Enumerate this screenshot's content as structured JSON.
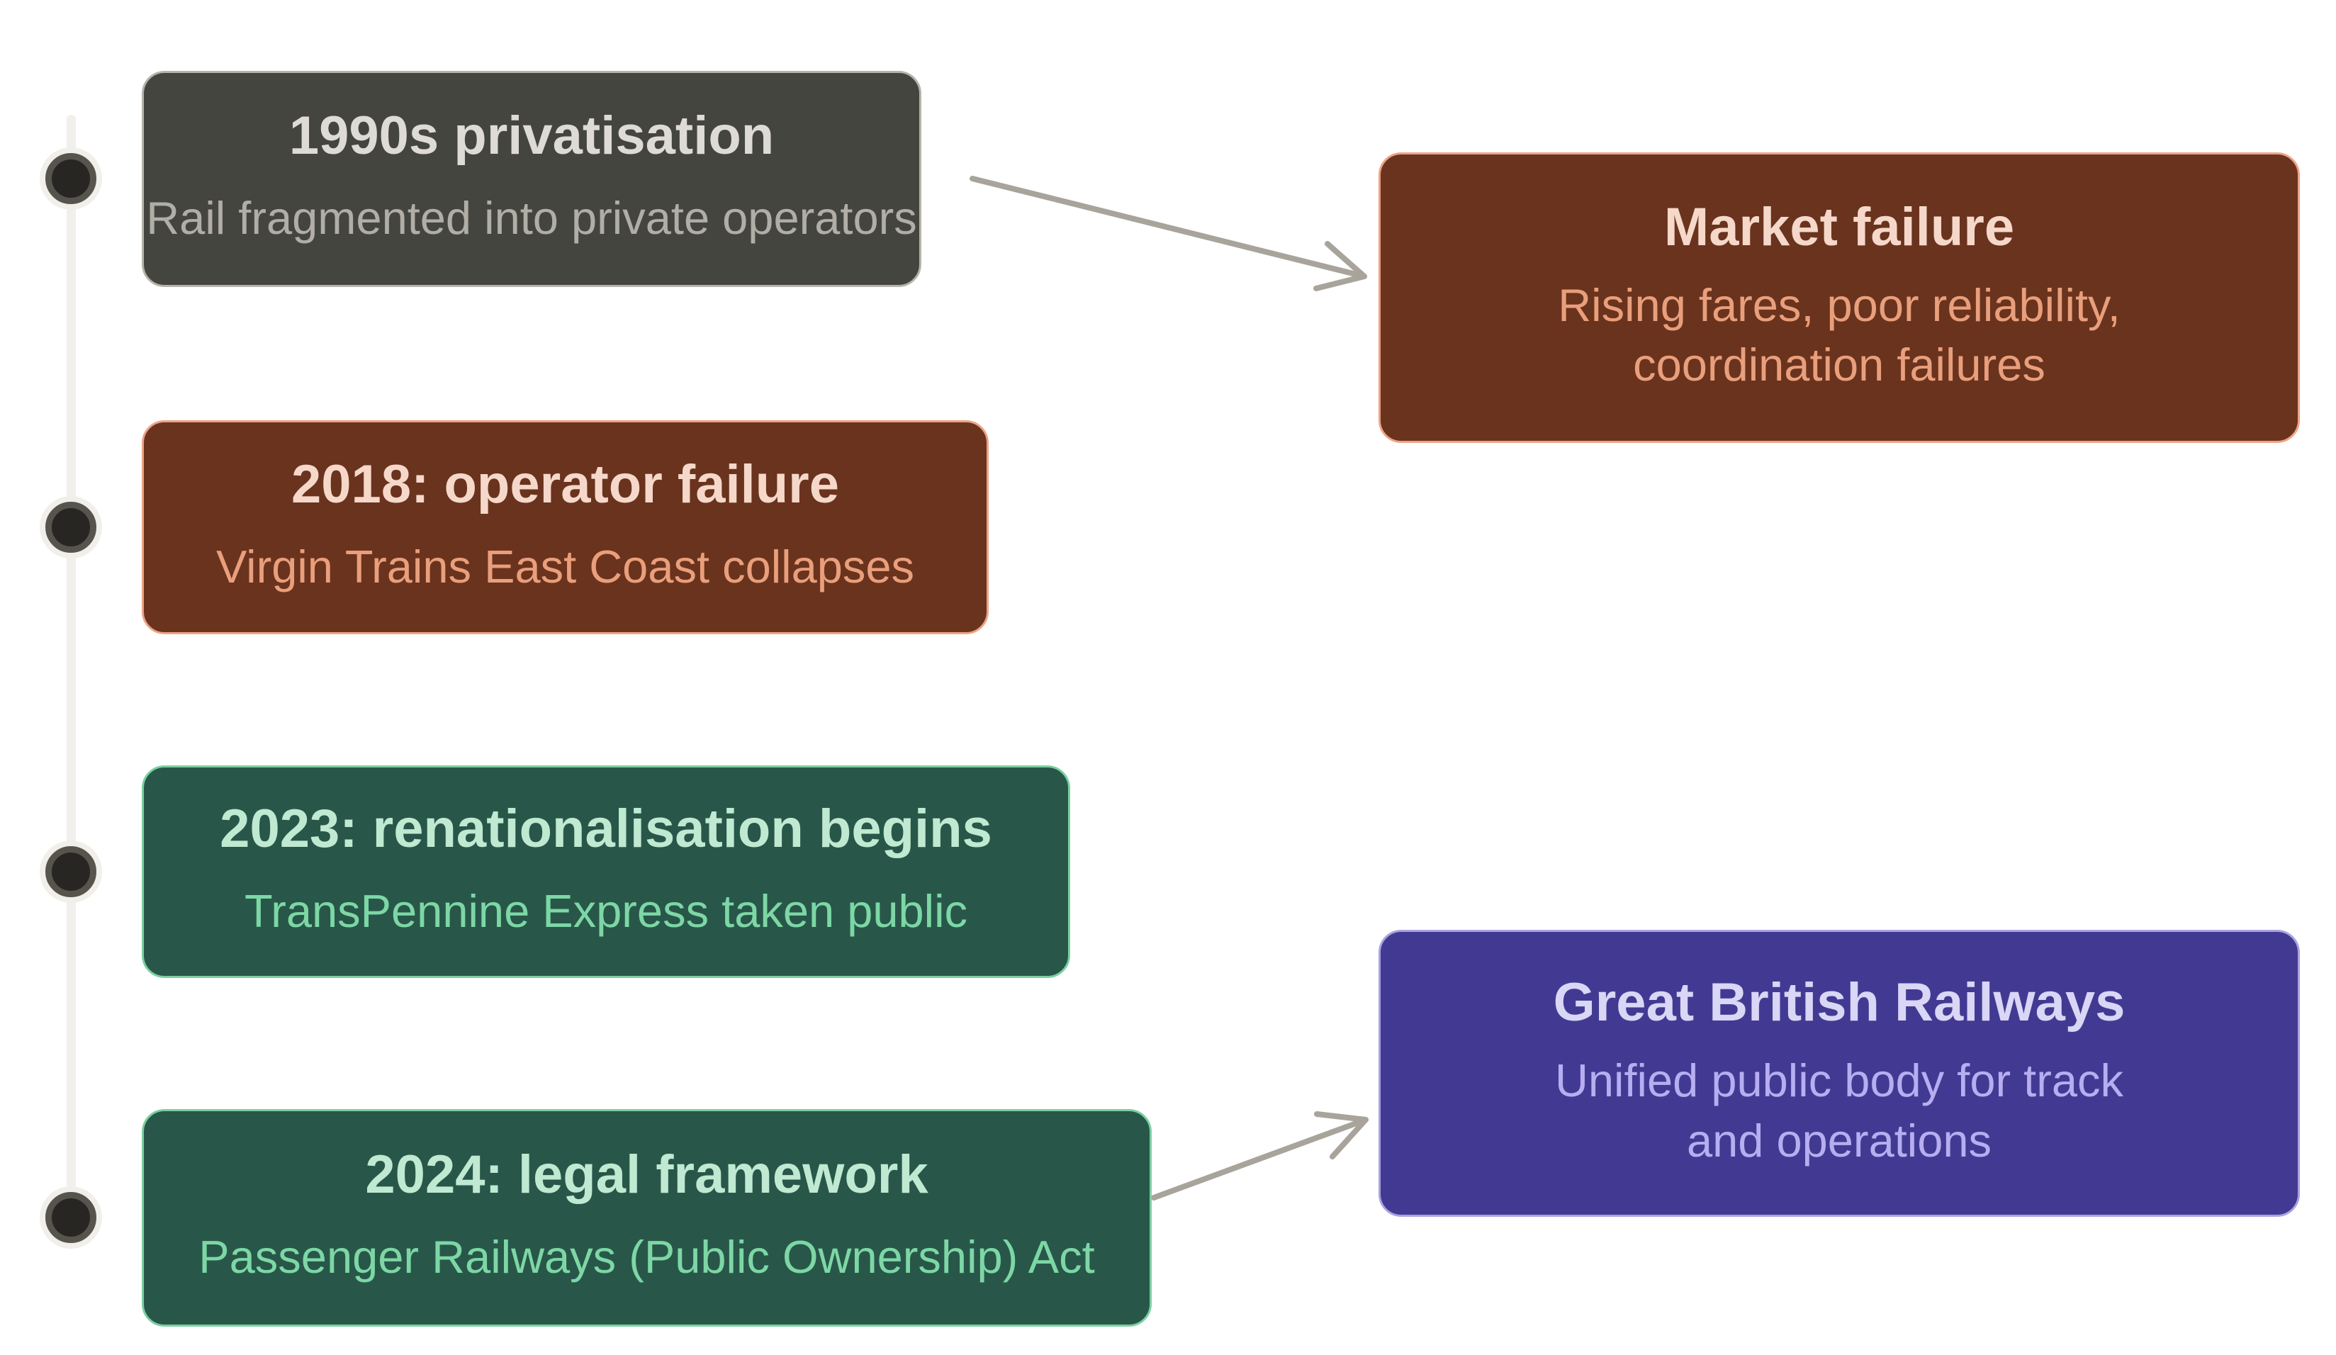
{
  "diagram": {
    "background_color": "#ffffff",
    "arrow_color": "#a8a49b",
    "timeline": {
      "line_color": "#f2f0ec",
      "dot_color": "#272622",
      "dot_ring_color": "#57544e",
      "dot_halo_color": "#f0efe9"
    },
    "nodes": [
      {
        "title": "1990s privatisation",
        "subtitle": "Rail fragmented into private operators",
        "theme": "gray",
        "bg": "#454540",
        "border": "#b7b3aa",
        "title_color": "#dddbd3",
        "subtitle_color": "#b1aea5"
      },
      {
        "title": "2018: operator failure",
        "subtitle": "Virgin Trains East Coast collapses",
        "theme": "brown",
        "bg": "#6a331e",
        "border": "#eda387",
        "title_color": "#f5d8c9",
        "subtitle_color": "#e99f7c"
      },
      {
        "title": "2023: renationalisation begins",
        "subtitle": "TransPennine Express taken public",
        "theme": "green",
        "bg": "#28574a",
        "border": "#7bcfa1",
        "title_color": "#c0e9d2",
        "subtitle_color": "#7dd7a5"
      },
      {
        "title": "2024: legal framework",
        "subtitle": "Passenger Railways (Public Ownership) Act",
        "theme": "green",
        "bg": "#28574a",
        "border": "#7bcfa1",
        "title_color": "#c0e9d2",
        "subtitle_color": "#7dd7a5"
      }
    ],
    "outcomes": [
      {
        "title": "Market failure",
        "subtitle_lines": [
          "Rising fares, poor reliability,",
          "coordination failures"
        ],
        "theme": "brown",
        "bg": "#6a331e",
        "border": "#eda387",
        "title_color": "#f5d8c9",
        "subtitle_color": "#e99f7c"
      },
      {
        "title": "Great British Railways",
        "subtitle_lines": [
          "Unified public body for track",
          "and operations"
        ],
        "theme": "purple",
        "bg": "#423a92",
        "border": "#aaa3e0",
        "title_color": "#d9d6f6",
        "subtitle_color": "#b6aef1"
      }
    ],
    "connections": [
      {
        "from": "1990s privatisation",
        "to": "Market failure"
      },
      {
        "from": "2024: legal framework",
        "to": "Great British Railways"
      }
    ]
  }
}
